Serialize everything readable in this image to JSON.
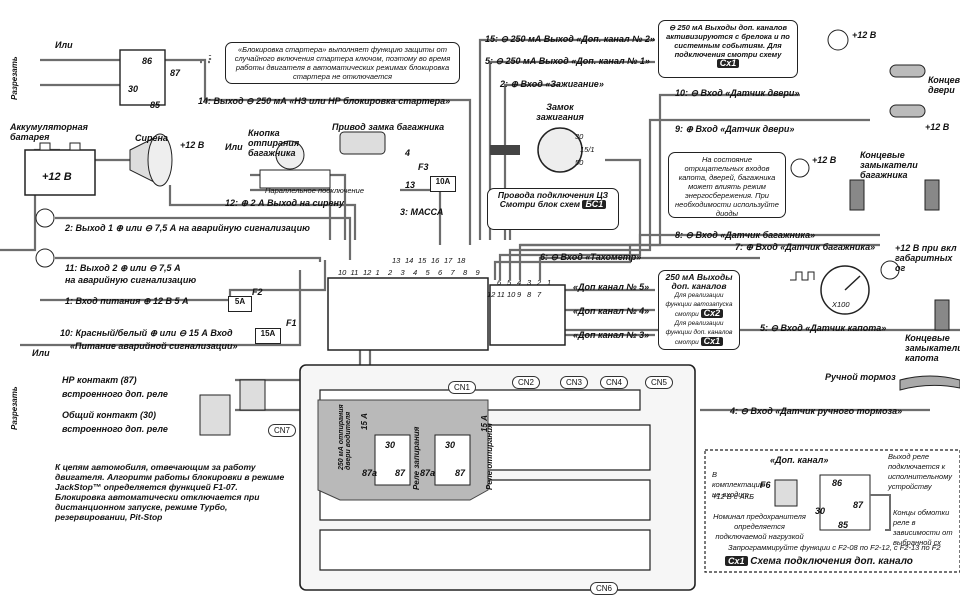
{
  "relay_top": {
    "label_or": "Или",
    "label_cut": "Разрезать",
    "pins": [
      "86",
      "87",
      "30",
      "85"
    ],
    "note": "«Блокировка стартера» выполняет функцию защиты от случайного включения стартера ключом, поэтому во время работы двигателя в автоматических режимах блокировка стартера не отключается",
    "output14": "14: Выход ⊖ 250 мА «НЗ или НР блокировка стартера»"
  },
  "left": {
    "battery_label": "Аккумуляторная батарея",
    "battery_volt": "+12 В",
    "siren_label": "Сирена",
    "v12": "+12 В",
    "or": "Или",
    "trunk_button": "Кнопка отпирания багажника",
    "trunk_lock": "Привод замка багажника",
    "parallel": "Параллельное подключение",
    "wire4": "4",
    "wire13": "13",
    "fuse_f3": "F3",
    "fuse_10a": "10A",
    "out12": "12: ⊕ 2 А Выход на сирену",
    "massa": "3: МАССА",
    "out2": "2: Выход 1 ⊕ или ⊖ 7,5 А на аварийную сигнализацию",
    "out11a": "11: Выход 2 ⊕ или ⊖ 7,5 А",
    "out11b": "на аварийную сигнализацию",
    "in1": "1: Вход питания ⊕ 12 В 5 А",
    "fuse_f2": "F2",
    "fuse_5a": "5A",
    "fuse_f1": "F1",
    "fuse_15a": "15A",
    "in10a": "10: Красный/белый ⊕ или ⊖ 15 А Вход",
    "in10b": "«Питание аварийной сигнализации»",
    "or2": "Или",
    "nr_contact": "НР контакт (87)",
    "nr_contact2": "встроенного доп. реле",
    "common_contact": "Общий контакт (30)",
    "common_contact2": "встроенного доп. реле",
    "cut2": "Разрезать",
    "cn7": "CN7",
    "jackstop_note": "К цепям автомобиля, отвечающим за работу двигателя. Алгоритм работы блокировки в режиме JackStop™ определяется функцией F1-07. Блокировка автоматически отключается при дистанционном запуске, режиме Турбо, резервировании, Pit-Stop"
  },
  "center": {
    "out15": "15: ⊖ 250 мА Выход «Доп. канал № 2»",
    "out5": "5: ⊖ 250 мА Выход «Доп. канал № 1»",
    "in2": "2: ⊕ Вход «Зажигание»",
    "ign_lock": "Замок зажигания",
    "ign_pins": [
      "30",
      "15/1",
      "50"
    ],
    "cz_title": "Провода подключения ЦЗ",
    "cz_sub": "Смотри блок схем",
    "cz_badge": "БС1",
    "conn18_top": [
      "10",
      "11",
      "12",
      "1",
      "2",
      "3",
      "4",
      "5",
      "6",
      "7",
      "8",
      "9"
    ],
    "conn18_bot": [
      "13",
      "14",
      "15",
      "16",
      "17",
      "18"
    ],
    "in6": "6: ⊖ Вход «Тахометр»",
    "conn12_top": [
      "12",
      "11",
      "10",
      "9",
      "8",
      "7"
    ],
    "conn12_bot": [
      "6",
      "5",
      "4",
      "3",
      "2",
      "1"
    ],
    "cn1": "CN1",
    "cn2": "CN2",
    "cn3": "CN3",
    "cn4": "CN4",
    "cn5": "CN5",
    "cn6": "CN6",
    "relay_left_a": "250 мА отпирания двери водителя",
    "relay_left_b": "15 А",
    "relay_mid_a": "Реле запирания",
    "relay_mid_b": "Реле отпирания",
    "relay_mid_c": "15 А",
    "pins_a": [
      "30",
      "87а",
      "87"
    ],
    "pins_b": [
      "30",
      "87а",
      "87"
    ]
  },
  "right": {
    "box250": "⊖ 250 мА Выходы доп. каналов активизируются с брелока и по системным событиям. Для подключения смотри схему",
    "box250_badge": "Сх1",
    "v12a": "+12 В",
    "door_limit": "Концевые двери",
    "v12b": "+12 В",
    "in10": "10: ⊖ Вход «Датчик двери»",
    "in9": "9: ⊕ Вход «Датчик двери»",
    "hood_note": "На состояние отрицательных входов капота, дверей, багажника может влиять режим энергосбережения. При необходимости используйте диоды",
    "trunk_limit": "Концевые замыкатели багажника",
    "v12c": "+12 В",
    "in8": "8: ⊖ Вход «Датчик багажника»",
    "in7": "7: ⊕ Вход «Датчик багажника»",
    "v12_dims": "+12 В при вкл габаритных ог",
    "dk5": "«Доп канал № 5»",
    "dk4": "«Доп канал № 4»",
    "dk3": "«Доп канал № 3»",
    "box250b": "250 мА Выходы доп. каналов",
    "autostart": "Для реализации функции автозапуска смотри",
    "autostart_badge": "Сх2",
    "other_func": "Для реализации функции доп. каналов смотри",
    "other_badge": "Сх1",
    "tacho": "X100",
    "in5": "5: ⊖ Вход «Датчик капота»",
    "hood_limit": "Концевые замыкатели капота",
    "handbrake": "Ручной тормоз",
    "in4": "4: ⊖ Вход «Датчик ручного тормоза»"
  },
  "scheme": {
    "dop": "«Доп. канал»",
    "kit_note": "В комплектацию не входит",
    "f6": "F6",
    "akb": "+12 В с АКБ",
    "nominal": "Номинал предохранителя определяется подключаемой нагрузкой",
    "pins": [
      "86",
      "87",
      "30",
      "85"
    ],
    "relay_out": "Выход реле подключается к исполнительному устройству",
    "winding": "Концы обмотки реле в зависимости от выбранной сх",
    "program": "Запрограммируйте функции с F2-08 по F2-12, с F2-13 по F2",
    "title_badge": "Сх1",
    "title": "Схема подключения доп. канало"
  },
  "colors": {
    "wire": "#6d6d6d",
    "shade": "#b9b9b9",
    "dark": "#222222"
  }
}
